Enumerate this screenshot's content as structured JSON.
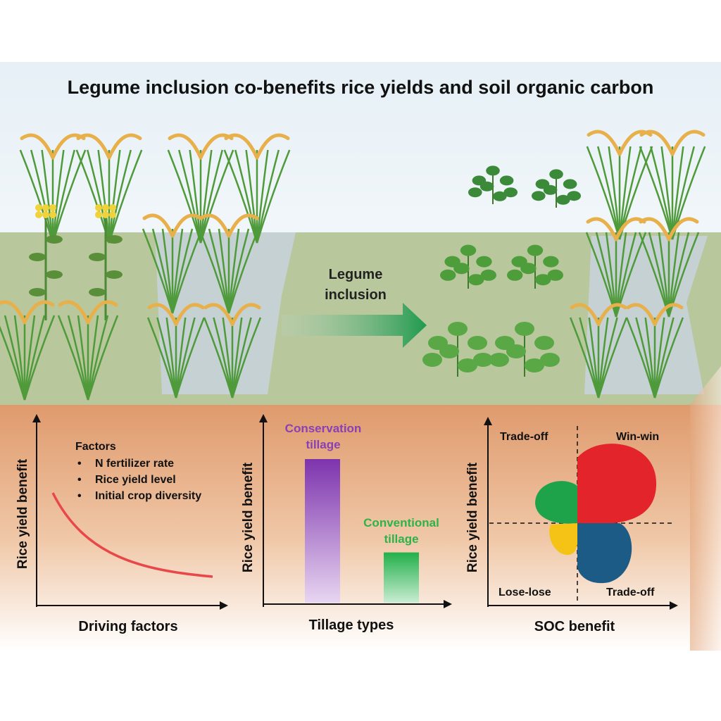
{
  "title": "Legume inclusion co-benefits rice yields and soil organic carbon",
  "arrow_label": [
    "Legume",
    "inclusion"
  ],
  "panel_factors": {
    "ylabel": "Rice yield benefit",
    "xlabel": "Driving factors",
    "factors_heading": "Factors",
    "factors": [
      "N fertilizer rate",
      "Rice yield level",
      "Initial crop diversity"
    ],
    "curve_color": "#e8484a"
  },
  "panel_tillage": {
    "ylabel": "Rice yield benefit",
    "xlabel": "Tillage types",
    "bars": [
      {
        "label": [
          "Conservation",
          "tillage"
        ],
        "value": 1.0,
        "color": "#8a3fb5"
      },
      {
        "label": [
          "Conventional",
          "tillage"
        ],
        "value": 0.35,
        "color": "#2db34a"
      }
    ]
  },
  "panel_tradeoff": {
    "ylabel": "Rice yield benefit",
    "xlabel": "SOC benefit",
    "quadrants": {
      "top_left": "Trade-off",
      "top_right": "Win-win",
      "bottom_left": "Lose-lose",
      "bottom_right": "Trade-off"
    },
    "colors": {
      "win_win": "#e3242b",
      "trade_off_top": "#1fa34a",
      "lose_lose": "#f5c316",
      "trade_off_bottom": "#1b5b86"
    }
  },
  "colors": {
    "sky": "#dcebf4",
    "field": "#b7c59b",
    "soil": "#e4a57a",
    "rice_grain": "#e8b04a",
    "leaf": "#4f9a3a"
  }
}
